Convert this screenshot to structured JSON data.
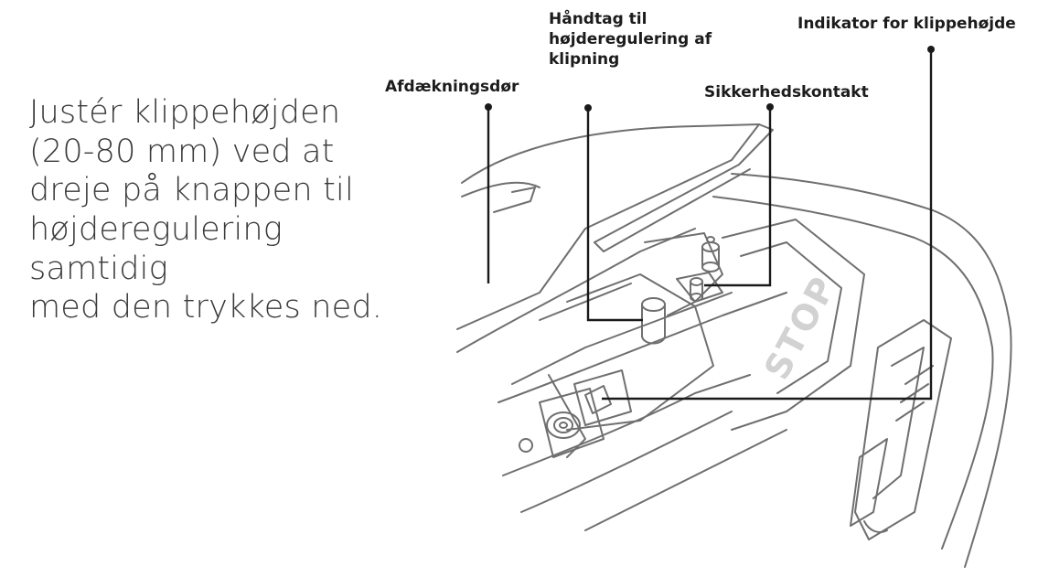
{
  "instruction": "Justér klippehøjden\n(20-80 mm) ved at\ndreje på knappen til\nhøjderegulering samtidig\nmed den trykkes ned.",
  "callouts": {
    "cover_door": "Afdækningsdør",
    "height_lever": "Håndtag til\nhøjderegulering af\nklipning",
    "safety_switch": "Sikkerhedskontakt",
    "height_indicator": "Indikator for klippehøjde"
  },
  "stop_label": "STOP"
}
